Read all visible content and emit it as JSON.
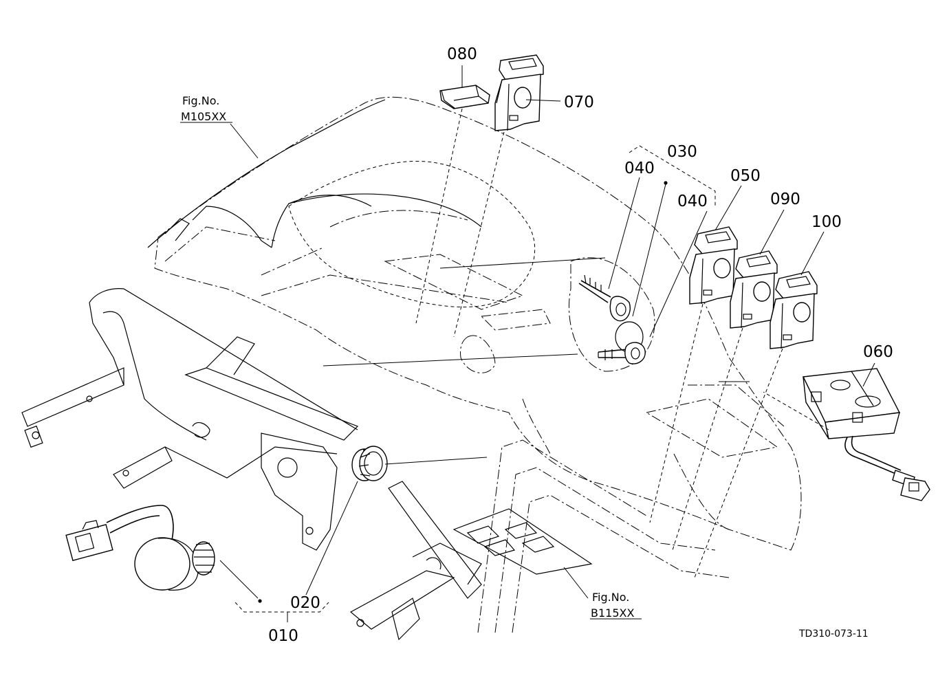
{
  "labels": {
    "p010": "010",
    "p020": "020",
    "p030": "030",
    "p040a": "040",
    "p040b": "040",
    "p050": "050",
    "p060": "060",
    "p070": "070",
    "p080": "080",
    "p090": "090",
    "p100": "100"
  },
  "figure_refs": {
    "top_left": {
      "line1": "Fig.No.",
      "line2": "M105XX"
    },
    "bottom_center": {
      "line1": "Fig.No.",
      "line2": "B115XX"
    }
  },
  "drawing_code": "TD310-073-11"
}
